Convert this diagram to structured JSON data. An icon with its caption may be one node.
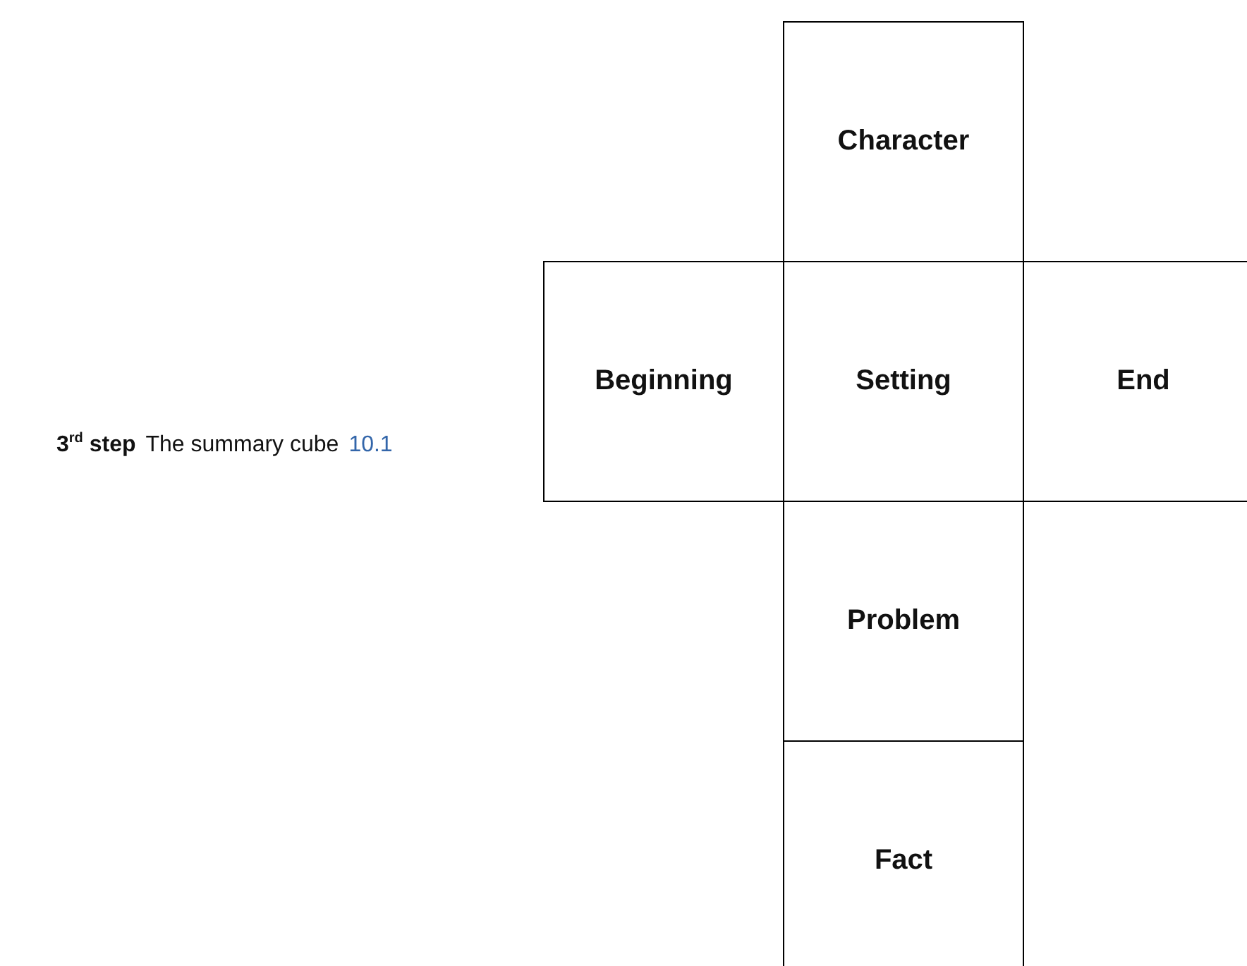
{
  "diagram": {
    "nodes": [
      {
        "text": [
          "Character"
        ]
      },
      {
        "text": [
          "Beginning"
        ]
      },
      {
        "text": [
          "Setting"
        ]
      },
      {
        "text": [
          "End"
        ]
      },
      {
        "text": [
          "Problem"
        ]
      },
      {
        "text": [
          "Fact"
        ]
      }
    ],
    "labels": [
      "**3$^{rd}$ step**",
      "The summary cube",
      "10.1"
    ]
  }
}
